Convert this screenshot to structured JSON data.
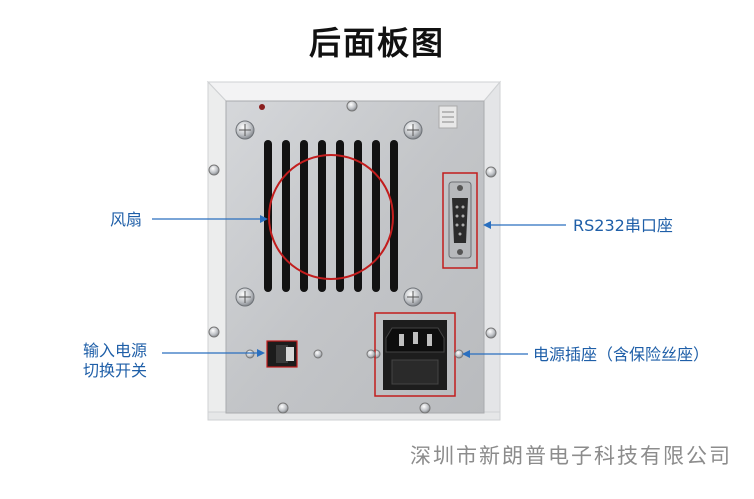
{
  "title": "后面板图",
  "labels": {
    "fan": "风扇",
    "rs232": "RS232串口座",
    "switch_line1": "输入电源",
    "switch_line2": "切换开关",
    "power_socket": "电源插座（含保险丝座）"
  },
  "company": "深圳市新朗普电子科技有限公司",
  "colors": {
    "callout_text": "#1f5fa8",
    "callout_line": "#2a6fbf",
    "highlight_box": "#d22020",
    "panel_metal": "#c9cbce",
    "frame": "#e9eaec"
  },
  "icons": [
    "fan-grille",
    "db9-serial-connector",
    "voltage-selector-switch",
    "iec-power-inlet",
    "screw-icon"
  ]
}
